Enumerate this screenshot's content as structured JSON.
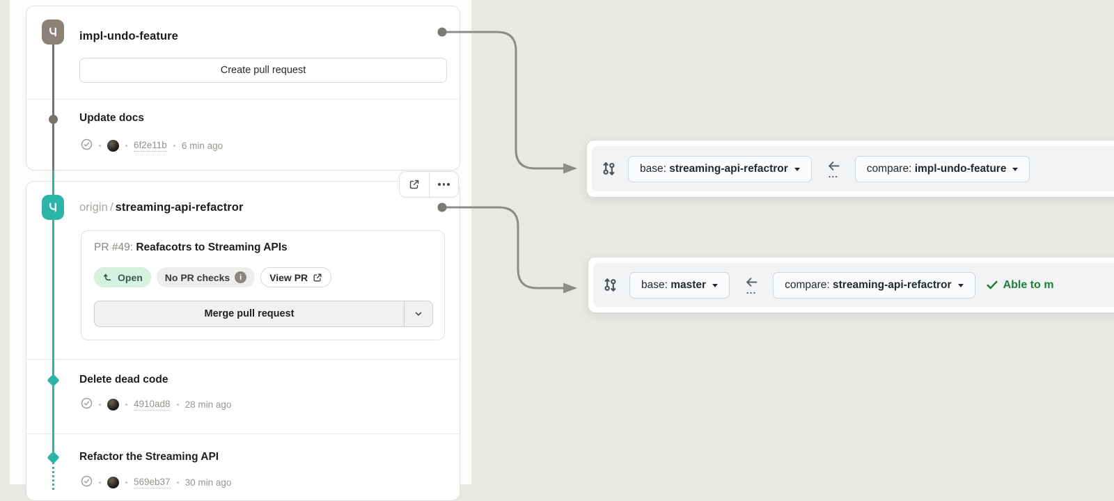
{
  "colors": {
    "background": "#e9e8e5",
    "panel": "#fcfcfb",
    "taupe_branch": "#8b8177",
    "teal_branch": "#2cb4a7",
    "open_badge_bg": "#d6f1df",
    "github_green": "#1a7f37",
    "connector_grey": "#8c8c89"
  },
  "branches": [
    {
      "name": "impl-undo-feature",
      "create_pr_label": "Create pull request",
      "commits": [
        {
          "title": "Update docs",
          "hash": "6f2e11b",
          "time": "6 min ago"
        }
      ]
    },
    {
      "remote": "origin",
      "separator": "/",
      "name": "streaming-api-refactror",
      "pr": {
        "label": "PR #49:",
        "title": "Reafacotrs to Streaming APIs",
        "open_badge": "Open",
        "checks_badge": "No PR checks",
        "info_glyph": "i",
        "view_pr_label": "View PR",
        "merge_label": "Merge pull request"
      },
      "commits": [
        {
          "title": "Delete dead code",
          "hash": "4910ad8",
          "time": "28 min ago"
        },
        {
          "title": "Refactor the Streaming API",
          "hash": "569eb37",
          "time": "30 min ago"
        }
      ]
    }
  ],
  "compare_bars": [
    {
      "base_prefix": "base:",
      "base_branch": "streaming-api-refactror",
      "range_dots": "...",
      "compare_prefix": "compare:",
      "compare_branch": "impl-undo-feature"
    },
    {
      "base_prefix": "base:",
      "base_branch": "master",
      "range_dots": "...",
      "compare_prefix": "compare:",
      "compare_branch": "streaming-api-refactror",
      "merge_status": "Able to m"
    }
  ]
}
